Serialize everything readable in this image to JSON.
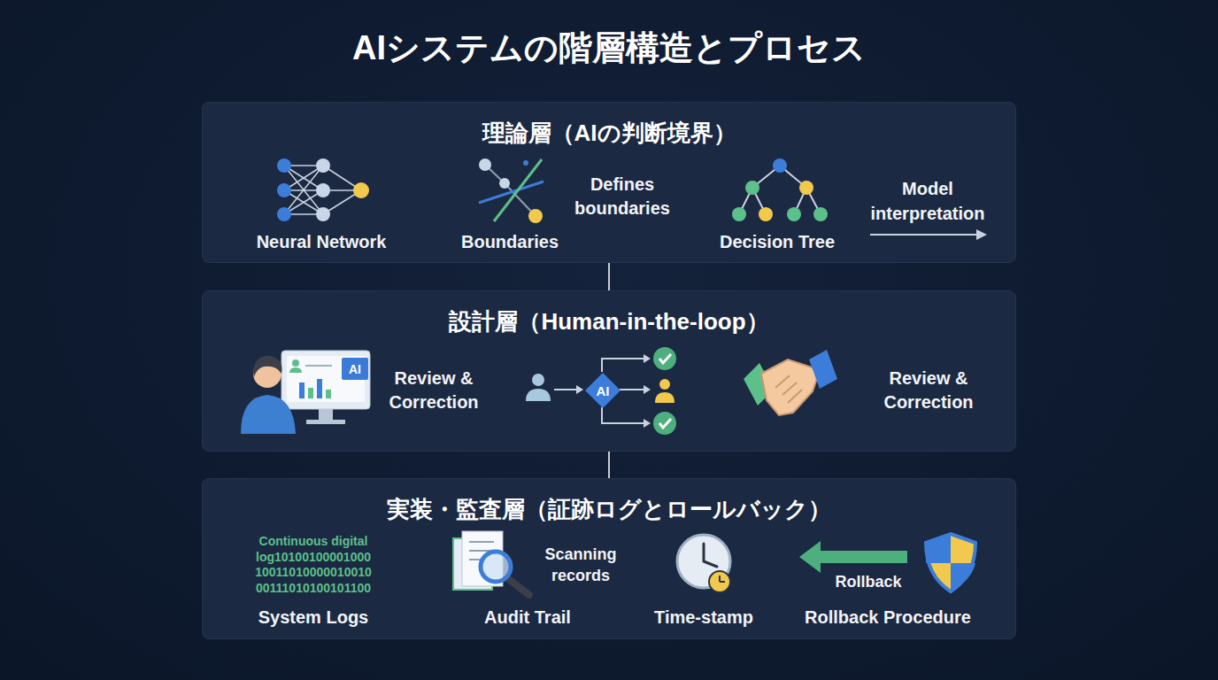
{
  "diagram": {
    "title": "AIシステムの階層構造とプロセス",
    "nodes": [
      {
        "text": [
          "理論層（AIの判断境界）"
        ]
      },
      {
        "text": [
          "設計層（Human-in-the-loop）"
        ]
      },
      {
        "text": [
          "AI"
        ],
        "in": 1
      },
      {
        "text": [
          "AI"
        ],
        "in": 1
      },
      {
        "text": [
          "実装・監査層（証跡ログとロールバック）"
        ]
      }
    ],
    "edges": [
      {
        "from": 0,
        "to": 1,
        "arrow": "none"
      },
      {
        "from": 1,
        "to": 4,
        "arrow": "none"
      }
    ],
    "labels": [
      "Neural Network",
      "Boundaries",
      "Defines boundaries",
      "Decision Tree",
      "Model interpretation",
      "Review & Correction",
      "Review & Correction",
      "Continuous digital log10100100001000 10011010000010010 00111010100101100",
      "Scanning records",
      "System Logs",
      "Audit Trail",
      "Time-stamp",
      "Rollback",
      "Rollback Procedure"
    ]
  }
}
